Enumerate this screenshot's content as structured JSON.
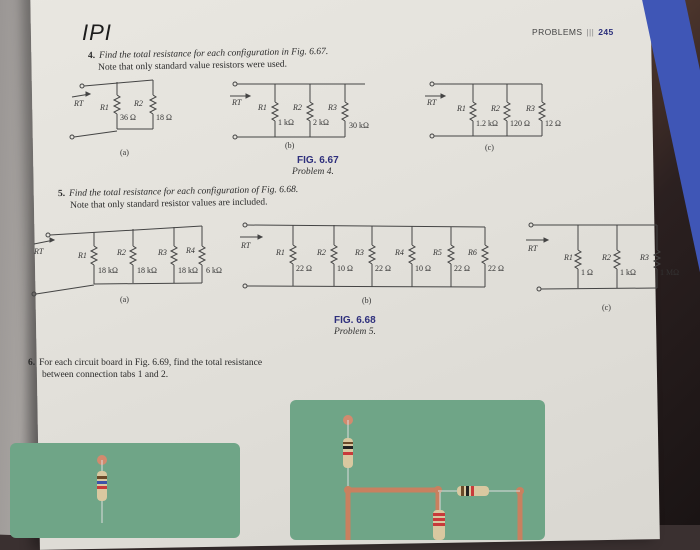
{
  "header": {
    "logo": "IPI",
    "section": "PROBLEMS",
    "separator": "|||",
    "page_number": "245"
  },
  "problems": [
    {
      "number": "4.",
      "line1": "Find the total resistance for each configuration in Fig. 6.67.",
      "line2": "Note that only standard value resistors were used."
    },
    {
      "number": "5.",
      "line1": "Find the total resistance for each configuration of Fig. 6.68.",
      "line2": "Note that only standard resistor values are included."
    },
    {
      "number": "6.",
      "line1": "For each circuit board in Fig. 6.69, find the total resistance",
      "line2": "between connection tabs 1 and 2."
    }
  ],
  "fig_667": {
    "caption": "FIG. 6.67",
    "subcaption": "Problem 4.",
    "rt_label": "RT",
    "circuits": [
      {
        "label": "(a)",
        "resistors": [
          {
            "name": "R1",
            "value": "36 Ω"
          },
          {
            "name": "R2",
            "value": "18 Ω"
          }
        ]
      },
      {
        "label": "(b)",
        "resistors": [
          {
            "name": "R1",
            "value": "1 kΩ"
          },
          {
            "name": "R2",
            "value": "2 kΩ"
          },
          {
            "name": "R3",
            "value": "30 kΩ"
          }
        ]
      },
      {
        "label": "(c)",
        "resistors": [
          {
            "name": "R1",
            "value": "1.2 kΩ"
          },
          {
            "name": "R2",
            "value": "120 Ω"
          },
          {
            "name": "R3",
            "value": "12 Ω"
          }
        ]
      }
    ]
  },
  "fig_668": {
    "caption": "FIG. 6.68",
    "subcaption": "Problem 5.",
    "rt_label": "RT",
    "circuits": [
      {
        "label": "(a)",
        "resistors": [
          {
            "name": "R1",
            "value": "18 kΩ"
          },
          {
            "name": "R2",
            "value": "18 kΩ"
          },
          {
            "name": "R3",
            "value": "18 kΩ"
          },
          {
            "name": "R4",
            "value": "6 kΩ"
          }
        ]
      },
      {
        "label": "(b)",
        "resistors": [
          {
            "name": "R1",
            "value": "22 Ω"
          },
          {
            "name": "R2",
            "value": "10 Ω"
          },
          {
            "name": "R3",
            "value": "22 Ω"
          },
          {
            "name": "R4",
            "value": "10 Ω"
          },
          {
            "name": "R5",
            "value": "22 Ω"
          },
          {
            "name": "R6",
            "value": "22 Ω"
          }
        ]
      },
      {
        "label": "(c)",
        "resistors": [
          {
            "name": "R1",
            "value": "1 Ω"
          },
          {
            "name": "R2",
            "value": "1 kΩ"
          },
          {
            "name": "R3",
            "value": "1 MΩ"
          }
        ]
      }
    ]
  },
  "colors": {
    "board_green": "#6fa587",
    "trace_copper": "#c9805f",
    "caption_blue": "#2e2f7c",
    "book_edge_blue": "#3f56b6"
  }
}
